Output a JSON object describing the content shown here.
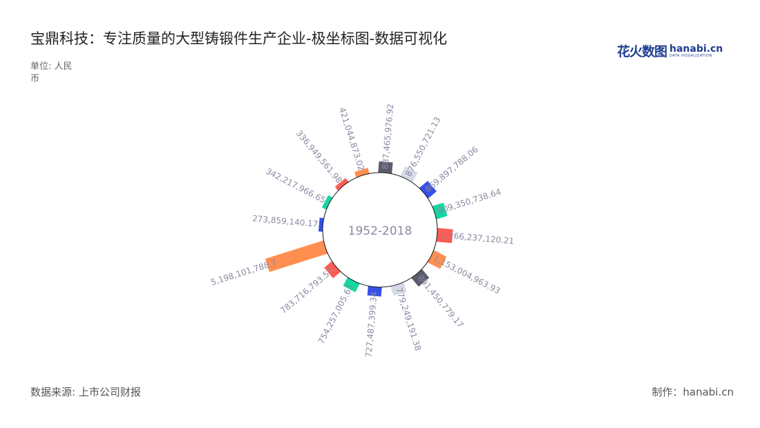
{
  "title": "宝鼎科技：专注质量的大型铸锻件生产企业-极坐标图-数据可视化",
  "unit": "单位: 人民币",
  "logo": {
    "cn": "花火数图",
    "en": "hanabi.cn",
    "sub": "DATA VISUALIZATION"
  },
  "footer": {
    "source": "数据来源: 上市公司财报",
    "maker": "制作：hanabi.cn"
  },
  "chart_data": {
    "type": "bar",
    "polar": true,
    "center_label": "1952-2018",
    "values": [
      887465976.92,
      876550721.13,
      869897788.06,
      909350738.64,
      1266237120.21,
      1153004963.93,
      891450779.17,
      779249191.38,
      727487399.34,
      754257005.63,
      783716793.57,
      5198101788.7,
      273859140.17,
      342217966.65,
      336949561.98,
      421044873.02
    ],
    "labels": [
      "887,465,976.92",
      "876,550,721.13",
      "869,897,788.06",
      "909,350,738.64",
      "1,266,237,120.21",
      "1,153,004,963.93",
      "891,450,779.17",
      "779,249,191.38",
      "727,487,399.34",
      "754,257,005.63",
      "783,716,793.57",
      "5,198,101,788.7",
      "273,859,140.17",
      "342,217,966.65",
      "336,949,561.98",
      "421,044,873.02"
    ],
    "colors": [
      "#5b5c6b",
      "#d6dae6",
      "#3651e8",
      "#13d6a0",
      "#ff5c54",
      "#ff8f50",
      "#5b5c6b",
      "#d6dae6",
      "#3651e8",
      "#13d6a0",
      "#ff5c54",
      "#ff8f50",
      "#3651e8",
      "#13d6a0",
      "#ff5c54",
      "#ff8f50"
    ],
    "label_color": "#8a8aa2"
  }
}
